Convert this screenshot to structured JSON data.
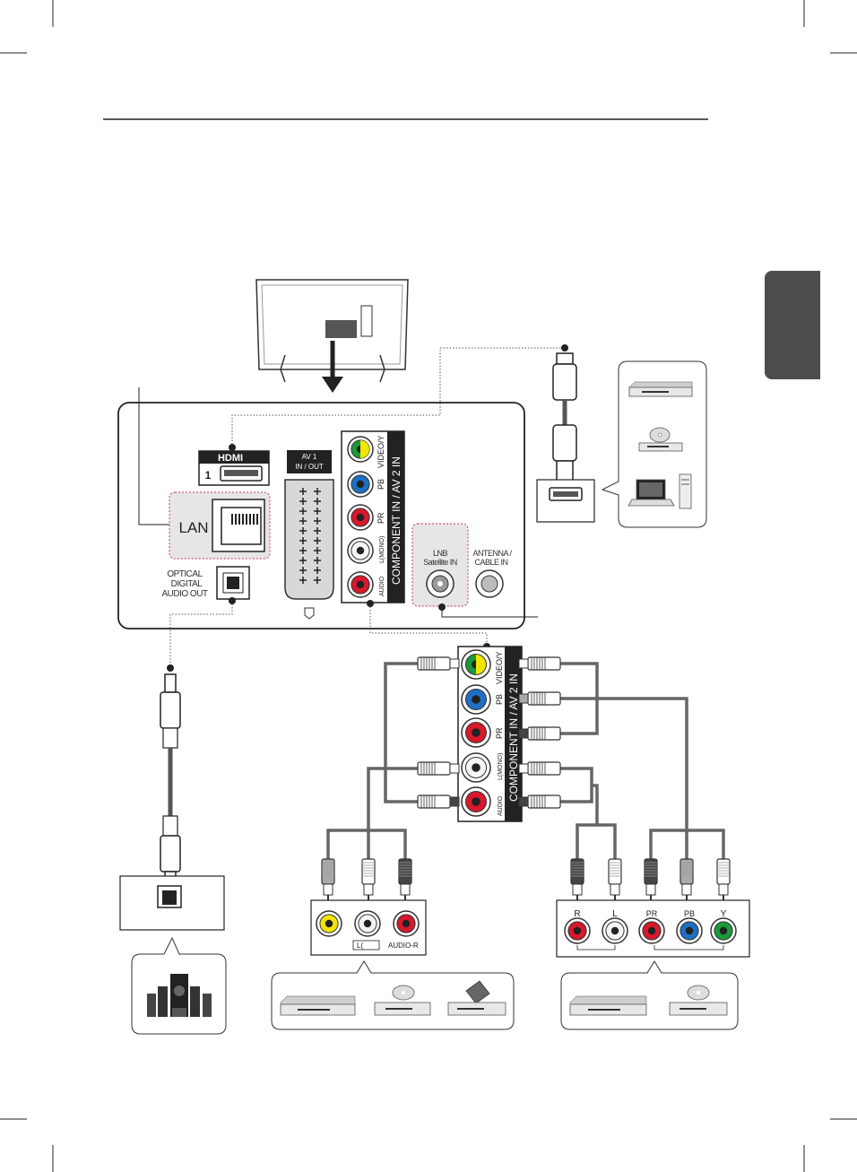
{
  "ports": {
    "hdmi_logo": "HDMI",
    "hdmi_number": "1",
    "av1_line1": "AV 1",
    "av1_line2": "IN / OUT",
    "lan": "LAN",
    "optical_line1": "OPTICAL",
    "optical_line2": "DIGITAL",
    "optical_line3": "AUDIO OUT",
    "component_title": "COMPONENT IN / AV 2 IN",
    "video_y": "VIDEO/Y",
    "pb": "PB",
    "pr": "PR",
    "l_mono": "L(MONO)",
    "audio": "AUDIO",
    "lnb_line1": "LNB",
    "lnb_line2": "Satellite IN",
    "antenna_line1": "ANTENNA /",
    "antenna_line2": "CABLE IN"
  },
  "av_device_panel": {
    "l_label": "L(",
    "audio_r_label": "AUDIO-R"
  },
  "component_device_panel": {
    "r": "R",
    "l": "L",
    "pr": "PR",
    "pb": "PB",
    "y": "Y"
  },
  "colors": {
    "yellow_jack": "#f2e600",
    "green_jack": "#1a9a3a",
    "blue_jack": "#1f6fc4",
    "red_jack": "#d7192b",
    "white_jack": "#f5f5f5",
    "tab": "#4d4d4d",
    "dotted_outline": "#c7355a"
  },
  "icons": [
    "tv-back-icon",
    "hdmi-cable-icon",
    "blu-ray-player-icon",
    "dvd-player-icon",
    "laptop-pc-icon",
    "optical-cable-icon",
    "speaker-system-icon",
    "vcr-icon",
    "rca-plug-icon"
  ]
}
